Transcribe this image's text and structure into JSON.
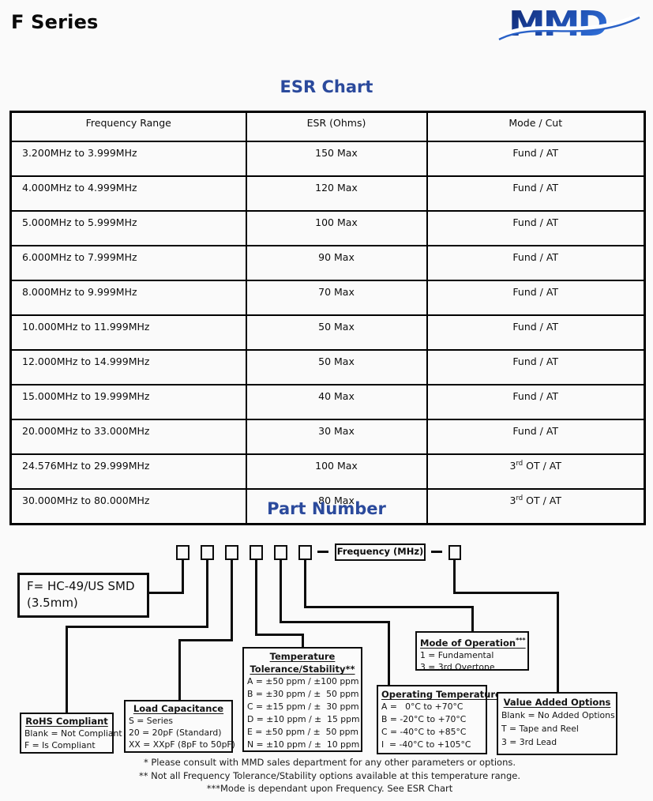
{
  "page": {
    "title": "F Series",
    "logo_text": "MMD"
  },
  "colors": {
    "heading_blue": "#2b4a9c",
    "logo_dark_blue": "#16337f",
    "logo_light_blue": "#2f6fd9",
    "line_black": "#0c0c0c"
  },
  "esr_chart": {
    "heading": "ESR Chart",
    "columns": [
      "Frequency Range",
      "ESR (Ohms)",
      "Mode / Cut"
    ],
    "rows": [
      {
        "freq": "3.200MHz to 3.999MHz",
        "esr": "150 Max",
        "mode": [
          "Fund / AT",
          "",
          ""
        ]
      },
      {
        "freq": "4.000MHz to 4.999MHz",
        "esr": "120 Max",
        "mode": [
          "Fund / AT",
          "",
          ""
        ]
      },
      {
        "freq": "5.000MHz to 5.999MHz",
        "esr": "100 Max",
        "mode": [
          "Fund / AT",
          "",
          ""
        ]
      },
      {
        "freq": "6.000MHz to 7.999MHz",
        "esr": "90 Max",
        "mode": [
          "Fund / AT",
          "",
          ""
        ]
      },
      {
        "freq": "8.000MHz to 9.999MHz",
        "esr": "70 Max",
        "mode": [
          "Fund / AT",
          "",
          ""
        ]
      },
      {
        "freq": "10.000MHz to 11.999MHz",
        "esr": "50 Max",
        "mode": [
          "Fund / AT",
          "",
          ""
        ]
      },
      {
        "freq": "12.000MHz to 14.999MHz",
        "esr": "50 Max",
        "mode": [
          "Fund / AT",
          "",
          ""
        ]
      },
      {
        "freq": "15.000MHz to 19.999MHz",
        "esr": "40 Max",
        "mode": [
          "Fund / AT",
          "",
          ""
        ]
      },
      {
        "freq": "20.000MHz to 33.000MHz",
        "esr": "30 Max",
        "mode": [
          "Fund / AT",
          "",
          ""
        ]
      },
      {
        "freq": "24.576MHz to 29.999MHz",
        "esr": "100 Max",
        "mode": [
          "3",
          "rd",
          " OT / AT"
        ]
      },
      {
        "freq": "30.000MHz to 80.000MHz",
        "esr": "80 Max",
        "mode": [
          "3",
          "rd",
          " OT / AT"
        ]
      }
    ]
  },
  "part_number": {
    "heading": "Part Number",
    "frequency_label": "Frequency (MHz)",
    "boxes": {
      "series": {
        "lines": [
          "F= HC-49/US SMD",
          "(3.5mm)"
        ]
      },
      "rohs": {
        "title": "RoHS Compliant",
        "items": [
          "Blank = Not Compliant",
          "F = Is Compliant"
        ]
      },
      "load_capacitance": {
        "title": "Load Capacitance",
        "items": [
          "S = Series",
          "20 = 20pF (Standard)",
          "XX = XXpF (8pF to 50pF)"
        ]
      },
      "temperature_stability": {
        "title_line1": "Temperature",
        "title_line2": "Tolerance/Stability**",
        "items": [
          "A = ±50 ppm / ±100 ppm",
          "B = ±30 ppm / ±  50 ppm",
          "C = ±15 ppm / ±  30 ppm",
          "D = ±10 ppm / ±  15 ppm",
          "E = ±50 ppm / ±  50 ppm",
          "N = ±10 ppm / ±  10 ppm"
        ]
      },
      "operating_temperature": {
        "title": "Operating Temperature",
        "items": [
          "A =   0°C to +70°C",
          "B = -20°C to +70°C",
          "C = -40°C to +85°C",
          "I  = -40°C to +105°C"
        ]
      },
      "mode_of_operation": {
        "title": "Mode of Operation",
        "title_suffix": "***",
        "items": [
          "1 = Fundamental",
          "3 = 3rd Overtone"
        ]
      },
      "value_added_options": {
        "title": "Value Added Options",
        "items": [
          "Blank = No Added Options",
          "T = Tape and Reel",
          "3 = 3rd Lead"
        ]
      }
    },
    "footnotes": [
      "* Please consult with MMD sales department for any other parameters or options.",
      "** Not all Frequency Tolerance/Stability options available at this temperature range.",
      "***Mode is dependant upon Frequency. See ESR Chart"
    ]
  }
}
